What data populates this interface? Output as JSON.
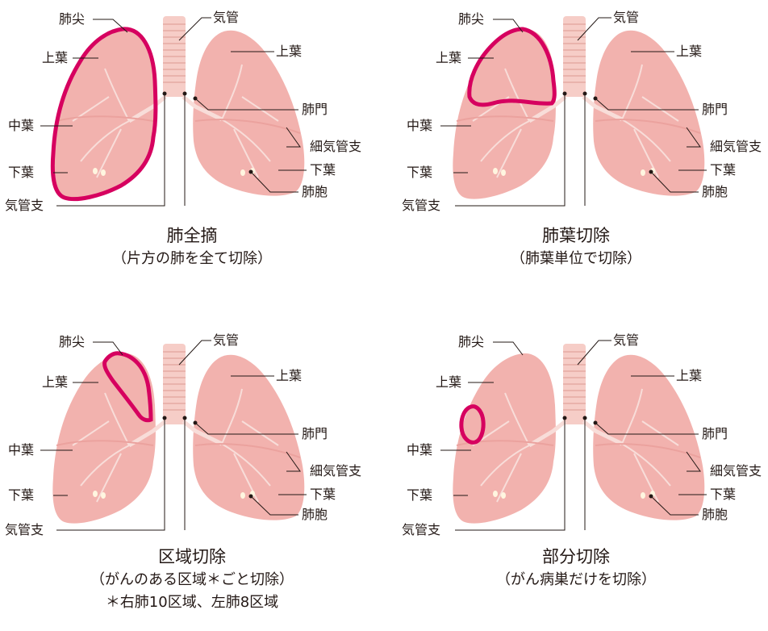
{
  "colors": {
    "lung_fill": "#F2B2AE",
    "lung_shade": "#EBA29E",
    "vein": "#F8DDD9",
    "trachea": "#F6CDC7",
    "highlight": "#D6005F",
    "leader": "#231815"
  },
  "panels": [
    {
      "title": "肺全摘",
      "subtitle": "（片方の肺を全て切除）",
      "note": "",
      "labels": {
        "apex": "肺尖",
        "trachea": "気管",
        "upper_left": "上葉",
        "upper_right": "上葉",
        "middle": "中葉",
        "hilum": "肺門",
        "bronchiole": "細気管支",
        "lower_left": "下葉",
        "lower_right": "下葉",
        "alveolus": "肺胞",
        "bronchus": "気管支"
      }
    },
    {
      "title": "肺葉切除",
      "subtitle": "（肺葉単位で切除）",
      "note": "",
      "labels": {
        "apex": "肺尖",
        "trachea": "気管",
        "upper_left": "上葉",
        "upper_right": "上葉",
        "middle": "中葉",
        "hilum": "肺門",
        "bronchiole": "細気管支",
        "lower_left": "下葉",
        "lower_right": "下葉",
        "alveolus": "肺胞",
        "bronchus": "気管支"
      }
    },
    {
      "title": "区域切除",
      "subtitle": "（がんのある区域＊ごと切除）",
      "note": "＊右肺10区域、左肺8区域",
      "labels": {
        "apex": "肺尖",
        "trachea": "気管",
        "upper_left": "上葉",
        "upper_right": "上葉",
        "middle": "中葉",
        "hilum": "肺門",
        "bronchiole": "細気管支",
        "lower_left": "下葉",
        "lower_right": "下葉",
        "alveolus": "肺胞",
        "bronchus": "気管支"
      }
    },
    {
      "title": "部分切除",
      "subtitle": "（がん病巣だけを切除）",
      "note": "",
      "labels": {
        "apex": "肺尖",
        "trachea": "気管",
        "upper_left": "上葉",
        "upper_right": "上葉",
        "middle": "中葉",
        "hilum": "肺門",
        "bronchiole": "細気管支",
        "lower_left": "下葉",
        "lower_right": "下葉",
        "alveolus": "肺胞",
        "bronchus": "気管支"
      }
    }
  ]
}
